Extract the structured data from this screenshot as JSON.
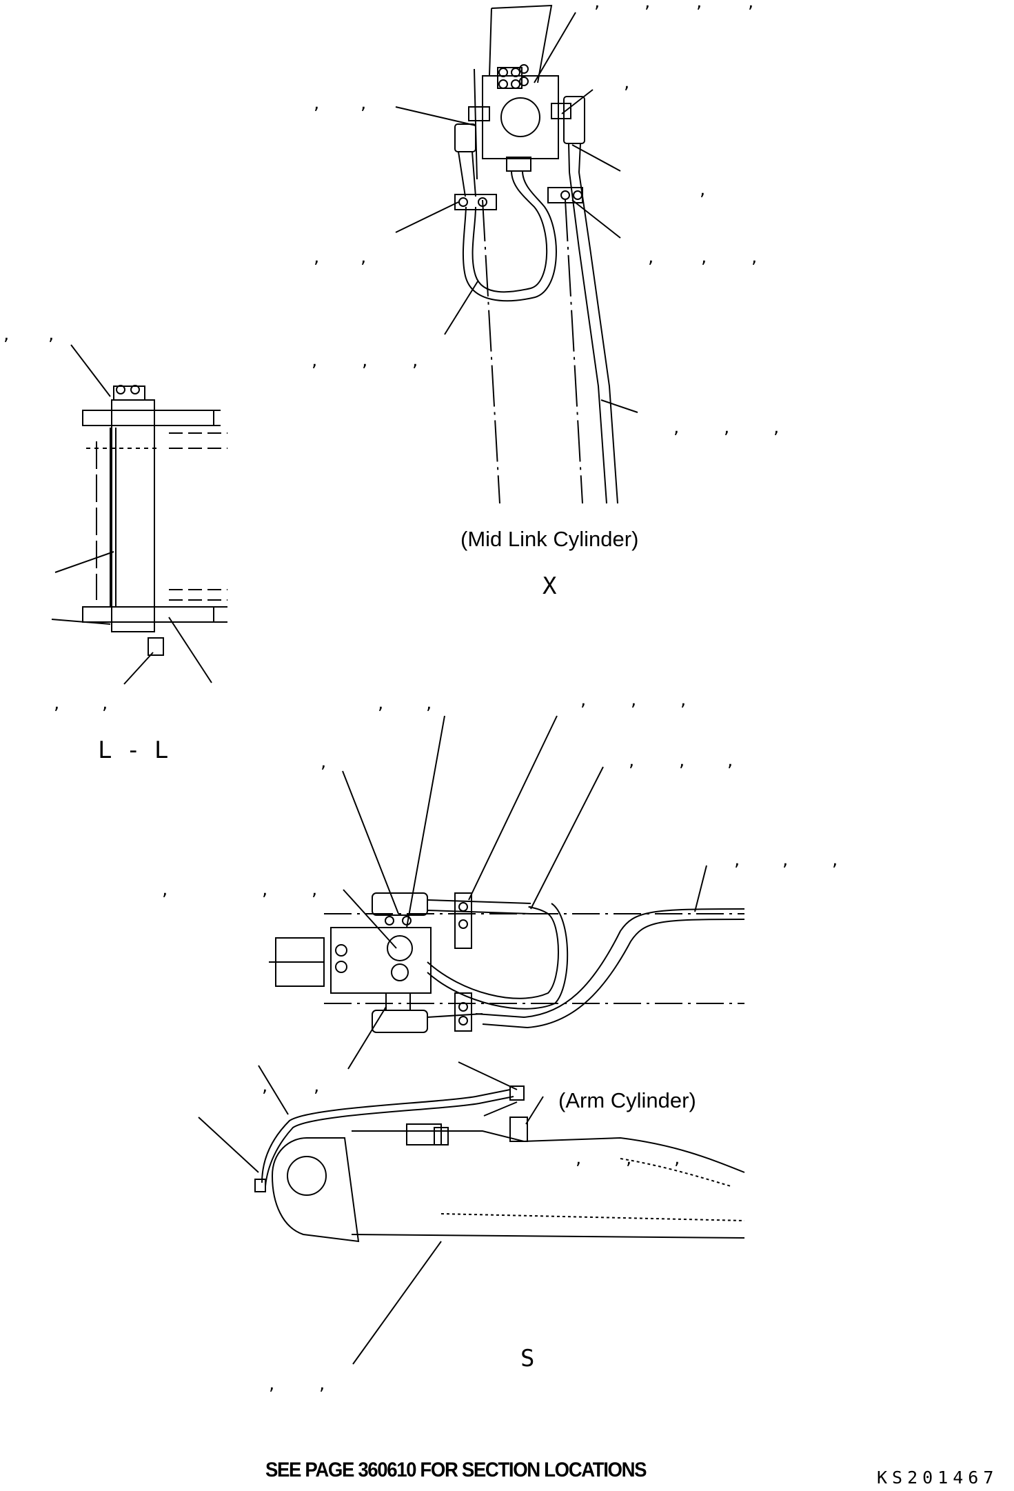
{
  "captions": {
    "mid_link_cylinder": "(Mid Link Cylinder)",
    "arm_cylinder": "(Arm Cylinder)"
  },
  "views": {
    "x": "X",
    "section_l": "L - L",
    "s": "S"
  },
  "footer": {
    "note": "SEE PAGE 360610 FOR SECTION LOCATIONS",
    "drawing_number": "KS201467"
  },
  "callout_separator": ",",
  "colors": {
    "line": "#000000",
    "background": "#ffffff"
  }
}
